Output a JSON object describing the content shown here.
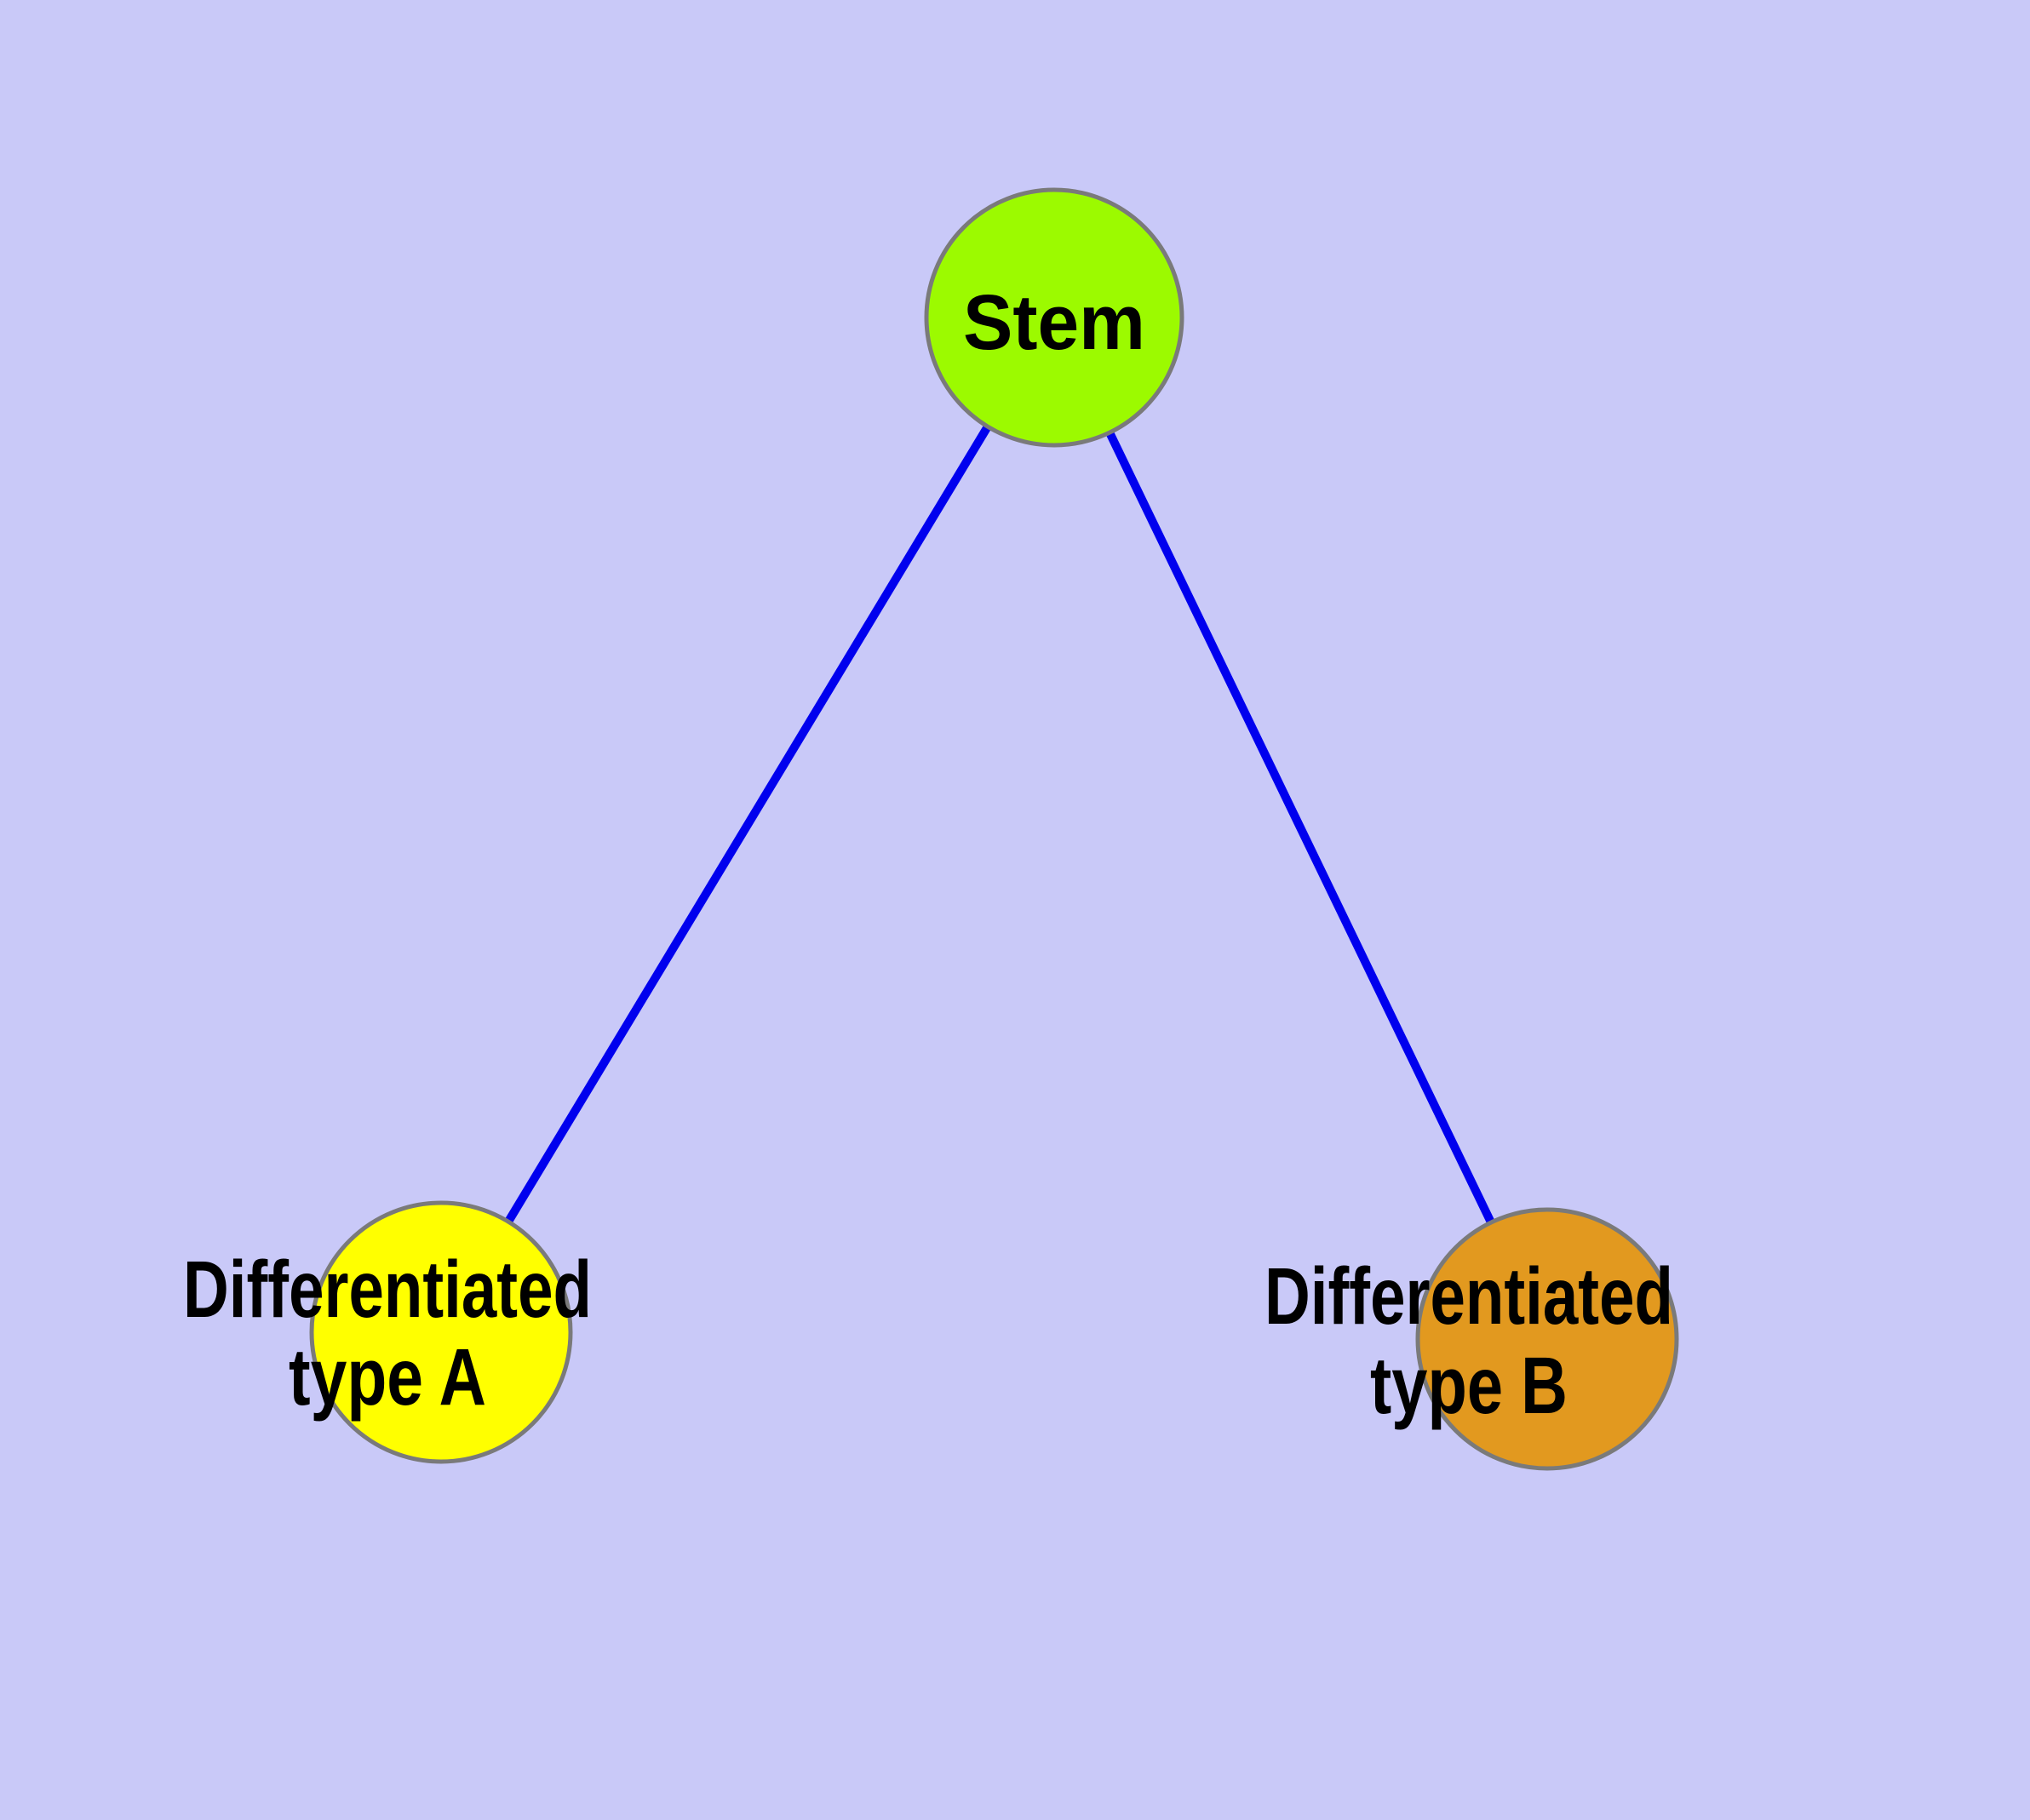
{
  "diagram": {
    "background_color": "#c9c9f8",
    "edge_color": "#0000ee",
    "node_border_color": "#7a7a7a",
    "text_color": "#000000",
    "nodes": [
      {
        "id": "stem",
        "label": "Stem",
        "fill": "#9cfa00"
      },
      {
        "id": "differentiated-type-a",
        "label_line1": "Differentiated",
        "label_line2": "type A",
        "fill": "#ffff00"
      },
      {
        "id": "differentiated-type-b",
        "label_line1": "Differentiated",
        "label_line2": "type B",
        "fill": "#e2991f"
      }
    ],
    "edges": [
      {
        "from": "stem",
        "to": "differentiated-type-a"
      },
      {
        "from": "stem",
        "to": "differentiated-type-b"
      }
    ]
  }
}
